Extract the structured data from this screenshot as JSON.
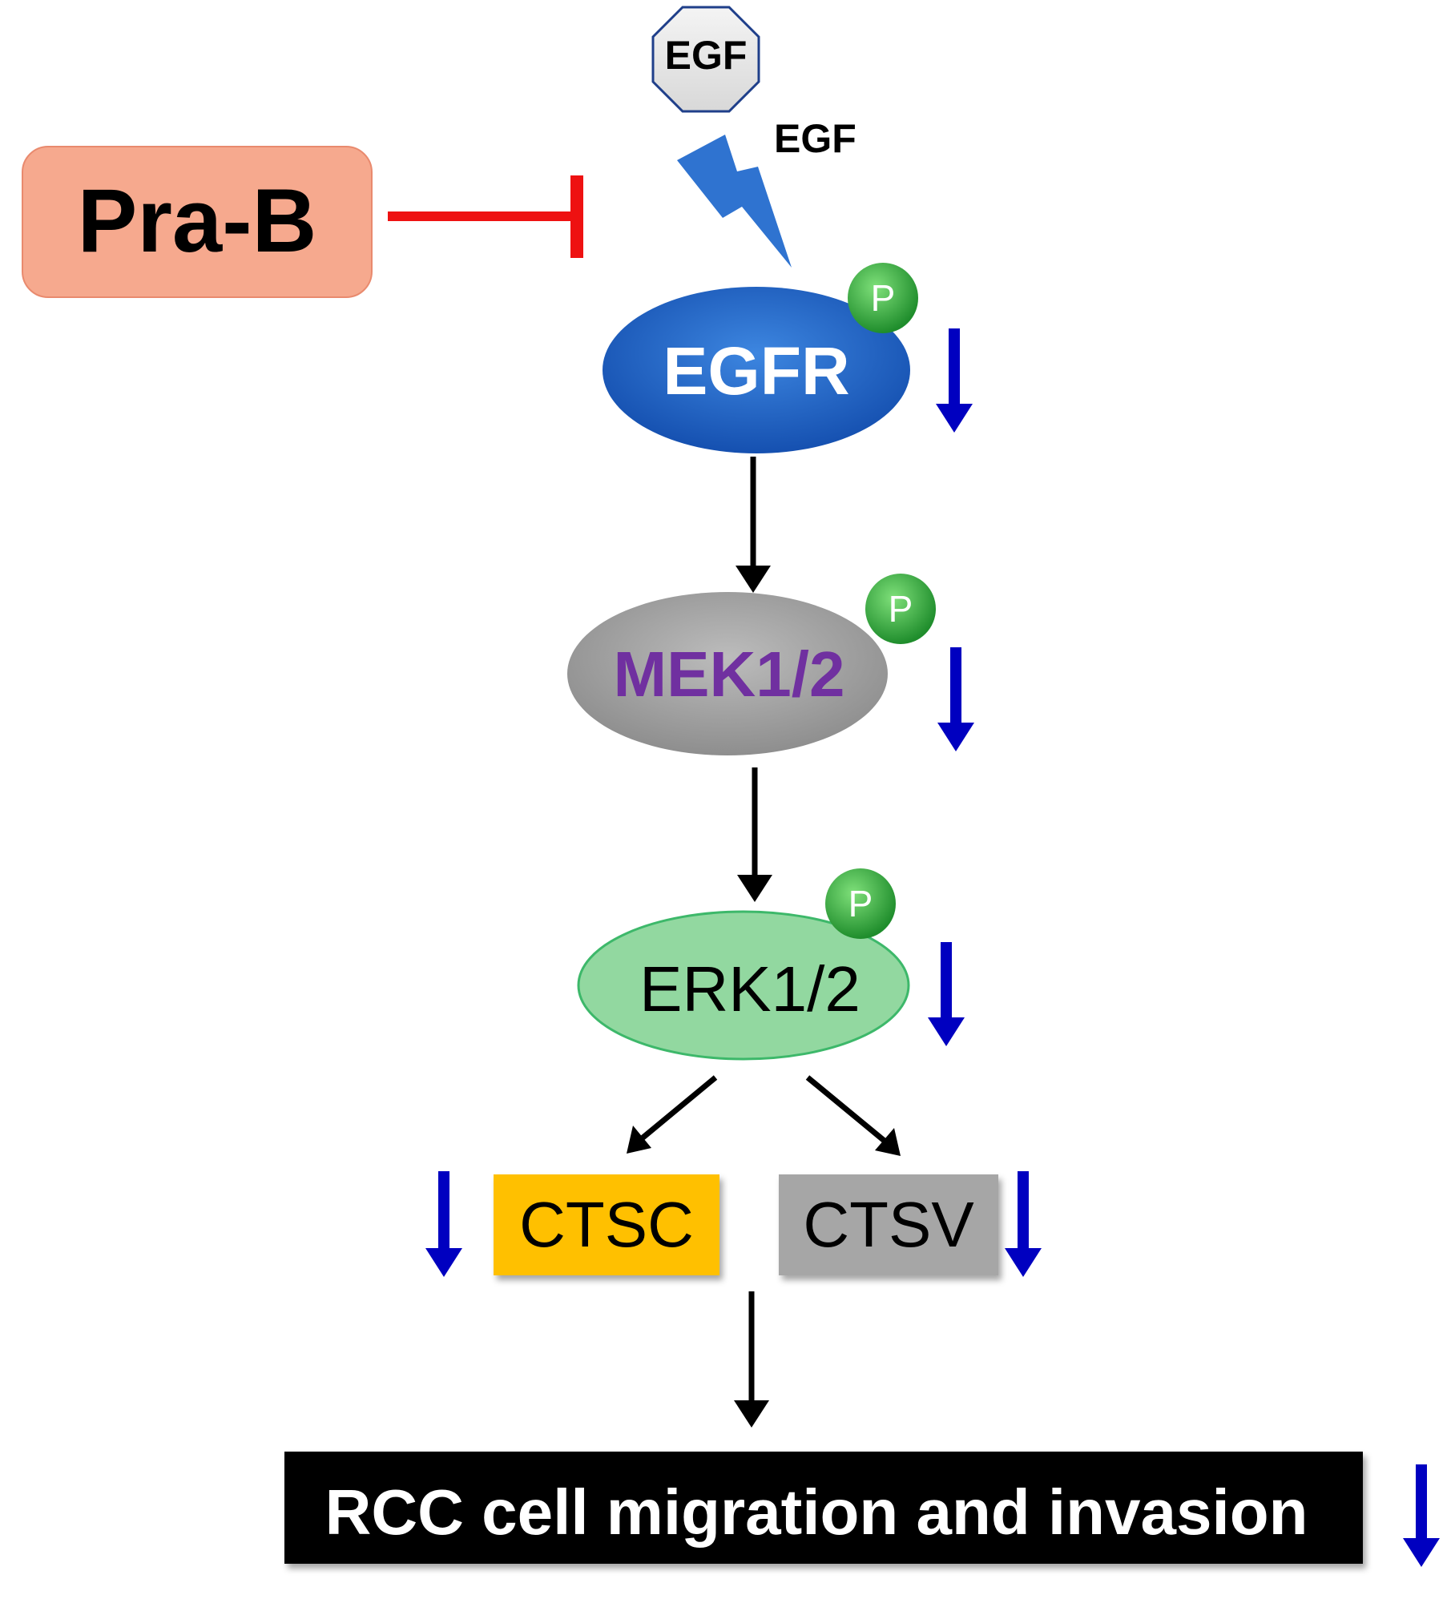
{
  "ligand": {
    "label": "EGF",
    "signal_label": "EGF"
  },
  "inhibitor": {
    "label": "Pra-B"
  },
  "phospho_label": "P",
  "nodes": {
    "egfr": {
      "label": "EGFR"
    },
    "mek": {
      "label": "MEK1/2"
    },
    "erk": {
      "label": "ERK1/2"
    },
    "ctsc": {
      "label": "CTSC"
    },
    "ctsv": {
      "label": "CTSV"
    },
    "outcome": {
      "label": "RCC cell migration and invasion"
    }
  },
  "colors": {
    "inhibitor_fill": "#f6a98e",
    "inhibit_line": "#ee1111",
    "egfr_fill": "#1f63c6",
    "mek_fill": "#a6a6a6",
    "mek_text": "#7030a0",
    "erk_fill": "#92d8a0",
    "ctsc_fill": "#ffc000",
    "ctsv_fill": "#a6a6a6",
    "outcome_fill": "#000000",
    "phospho_fill": "#2ea83a",
    "down_arrow": "#0000c0",
    "lightning": "#2f73d0"
  }
}
